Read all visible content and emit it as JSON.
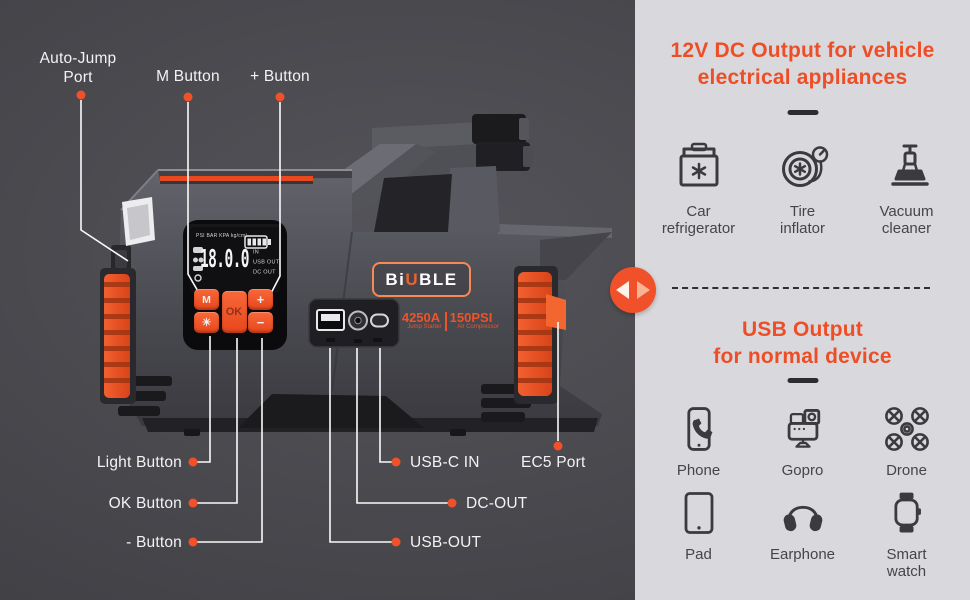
{
  "callouts": {
    "auto_jump": "Auto-Jump Port",
    "m_button": "M Button",
    "plus_button": "+ Button",
    "light_button": "Light Button",
    "ok_button": "OK Button",
    "minus_button": "- Button",
    "usb_c_in": "USB-C IN",
    "dc_out": "DC-OUT",
    "usb_out": "USB-OUT",
    "ec5_port": "EC5 Port"
  },
  "device": {
    "logo": {
      "prefix": "Bi",
      "accent": "U",
      "suffix": "BLE"
    },
    "specs": {
      "amps": "4250A",
      "amps_sub": "Jump Starter",
      "pressure": "150PSI",
      "pressure_sub": "Air Compressor"
    },
    "screen": {
      "units": "PSI BAR KPA kg/cm²",
      "reading": "18.0.0",
      "status": [
        "IN",
        "USB OUT",
        "DC OUT"
      ],
      "buttons": {
        "m": "M",
        "plus": "+",
        "ok": "OK",
        "light": "☀",
        "minus": "−"
      }
    }
  },
  "panel": {
    "dc_section": {
      "title_line1": "12V DC Output for vehicle",
      "title_line2": "electrical appliances",
      "items": [
        {
          "label": "Car refrigerator"
        },
        {
          "label": "Tire inflator"
        },
        {
          "label": "Vacuum cleaner"
        }
      ]
    },
    "usb_section": {
      "title_line1": "USB Output",
      "title_line2": "for normal device",
      "items": [
        {
          "label": "Phone"
        },
        {
          "label": "Gopro"
        },
        {
          "label": "Drone"
        },
        {
          "label": "Pad"
        },
        {
          "label": "Earphone"
        },
        {
          "label": "Smart watch"
        }
      ]
    }
  },
  "colors": {
    "accent": "#EE4E26",
    "panel_bg": "#D9D9DD",
    "left_bg": "#4A4A4E",
    "icon_stroke": "#3B3B3D"
  }
}
